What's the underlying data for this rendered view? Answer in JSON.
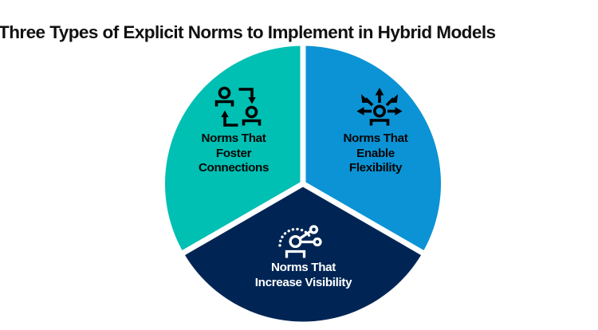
{
  "title": "Three Types of Explicit Norms to Implement in Hybrid Models",
  "colors": {
    "background": "#ffffff",
    "title_text": "#111111",
    "teal": "#00BFB3",
    "blue": "#0B93D5",
    "navy": "#002554",
    "divider": "#ffffff",
    "dark_label_text": "#050505",
    "light_label_text": "#ffffff"
  },
  "chart_data": {
    "type": "pie",
    "title": "Three Types of Explicit Norms to Implement in Hybrid Models",
    "xlabel": "",
    "ylabel": "",
    "legend_position": "none",
    "grid": false,
    "categories": [
      "Norms That Foster Connections",
      "Norms That Enable Flexibility",
      "Norms That Increase Visibility"
    ],
    "values": [
      33.33,
      33.33,
      33.33
    ],
    "units": "percent",
    "slice_colors": [
      "#00BFB3",
      "#0B93D5",
      "#002554"
    ],
    "start_angle_deg": 0,
    "direction": "counterclockwise",
    "slices": [
      {
        "id": "foster-connections",
        "label_lines": [
          "Norms That",
          "Foster",
          "Connections"
        ],
        "value": 33.33,
        "color": "#00BFB3",
        "text_color": "#050505",
        "position": "top-left",
        "icon": "two-people-exchange-arrows-icon"
      },
      {
        "id": "enable-flexibility",
        "label_lines": [
          "Norms That",
          "Enable",
          "Flexibility"
        ],
        "value": 33.33,
        "color": "#0B93D5",
        "text_color": "#050505",
        "position": "top-right",
        "icon": "person-radiating-arrows-icon"
      },
      {
        "id": "increase-visibility",
        "label_lines": [
          "Norms That",
          "Increase Visibility"
        ],
        "value": 33.33,
        "color": "#002554",
        "text_color": "#ffffff",
        "position": "bottom",
        "icon": "person-network-nodes-dotted-arc-icon"
      }
    ]
  }
}
